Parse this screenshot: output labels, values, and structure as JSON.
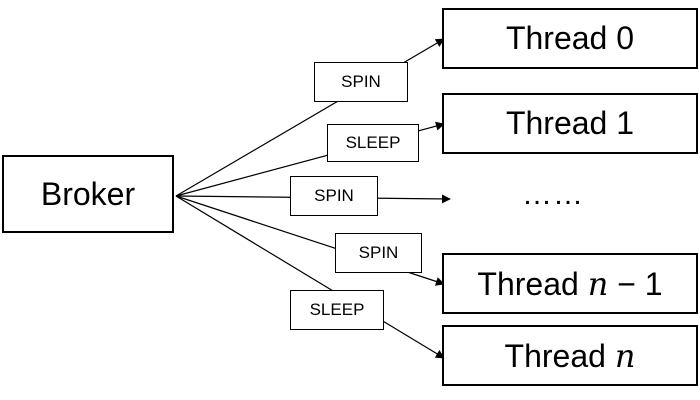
{
  "broker": {
    "label": "Broker"
  },
  "threads": [
    {
      "prefix": "Thread ",
      "var": "0",
      "suffix": ""
    },
    {
      "prefix": "Thread ",
      "var": "1",
      "suffix": ""
    },
    {
      "prefix": "Thread ",
      "var": "n",
      "suffix": " − 1"
    },
    {
      "prefix": "Thread ",
      "var": "n",
      "suffix": ""
    }
  ],
  "ellipsis": "……",
  "edge_labels": [
    "SPIN",
    "SLEEP",
    "SPIN",
    "SPIN",
    "SLEEP"
  ]
}
